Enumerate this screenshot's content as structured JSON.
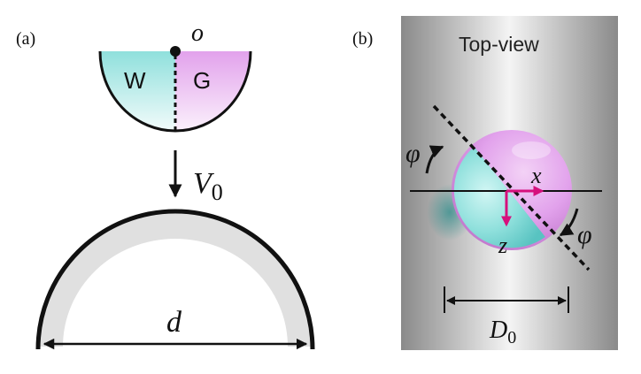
{
  "panel_a": {
    "label": "(a)",
    "origin_label": "o",
    "left_half_label": "W",
    "right_half_label": "G",
    "velocity_symbol": "V",
    "velocity_subscript": "0",
    "diameter_label": "d"
  },
  "panel_b": {
    "label": "(b)",
    "view_title": "Top-view",
    "angle_label_left": "φ",
    "angle_label_right": "φ",
    "x_axis_label": "x",
    "z_axis_label": "z",
    "diameter_symbol": "D",
    "diameter_subscript": "0"
  },
  "colors": {
    "water_side": "#8fe0dc",
    "gas_side": "#e2a2ec",
    "axis_arrow": "#d6107c",
    "outline": "#111111"
  }
}
